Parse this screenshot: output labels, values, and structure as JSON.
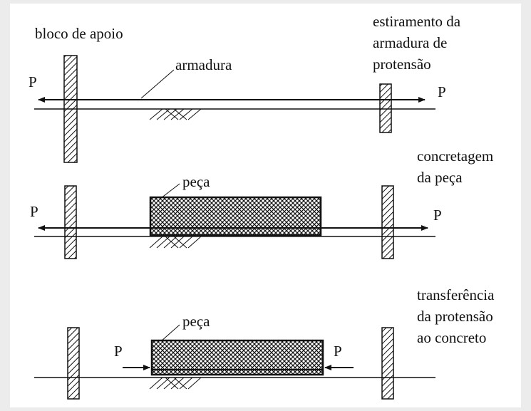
{
  "stages": [
    {
      "caption_lines": [
        "estiramento da",
        "armadura de",
        "protensão"
      ],
      "left_label": "bloco de apoio",
      "tendon_label": "armadura",
      "force_left": "P",
      "force_right": "P"
    },
    {
      "caption_lines": [
        "concretagem",
        "da peça"
      ],
      "piece_label": "peça",
      "force_left": "P",
      "force_right": "P"
    },
    {
      "caption_lines": [
        "transferência",
        "da protensão",
        "ao concreto"
      ],
      "piece_label": "peça",
      "force_left": "P",
      "force_right": "P"
    }
  ]
}
